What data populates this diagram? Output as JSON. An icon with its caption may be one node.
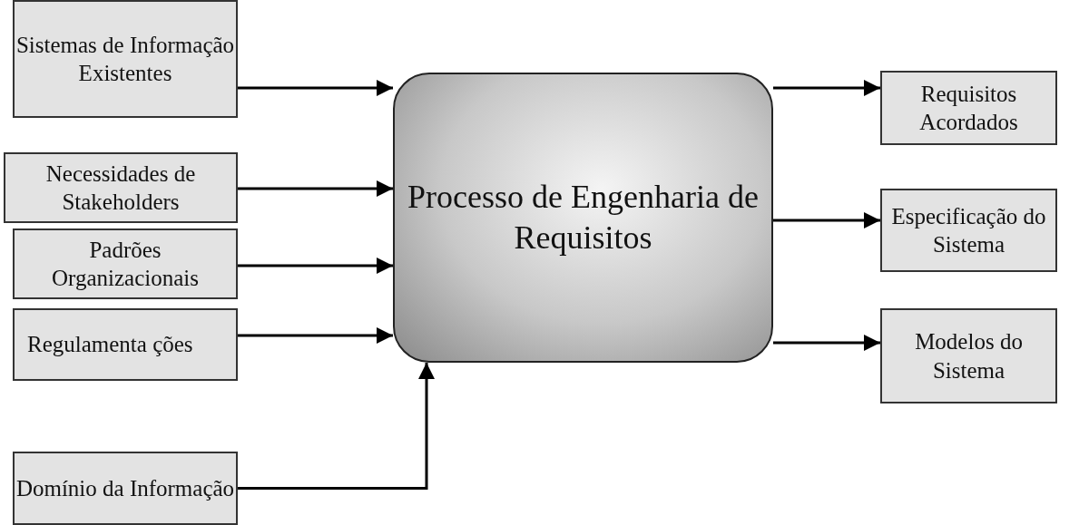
{
  "diagram": {
    "nodes": [
      {
        "text": [
          "Sistemas de Informação Existentes"
        ]
      },
      {
        "text": [
          "Necessidades de Stakeholders"
        ]
      },
      {
        "text": [
          "Padrões Organizacionais"
        ]
      },
      {
        "text": [
          "Regulamenta ções"
        ]
      },
      {
        "text": [
          "Domínio da Informação"
        ]
      },
      {
        "text": [
          "Processo de Engenharia de Requisitos"
        ]
      },
      {
        "text": [
          "Requisitos Acordados"
        ]
      },
      {
        "text": [
          "Especificação do Sistema"
        ]
      },
      {
        "text": [
          "Modelos do Sistema"
        ]
      }
    ],
    "edges": [
      {
        "from": 0,
        "to": 5,
        "arrow": "to"
      },
      {
        "from": 1,
        "to": 5,
        "arrow": "to"
      },
      {
        "from": 2,
        "to": 5,
        "arrow": "to"
      },
      {
        "from": 3,
        "to": 5,
        "arrow": "to"
      },
      {
        "from": 4,
        "to": 5,
        "arrow": "to"
      },
      {
        "from": 5,
        "to": 6,
        "arrow": "to"
      },
      {
        "from": 5,
        "to": 7,
        "arrow": "to"
      },
      {
        "from": 5,
        "to": 8,
        "arrow": "to"
      }
    ]
  }
}
